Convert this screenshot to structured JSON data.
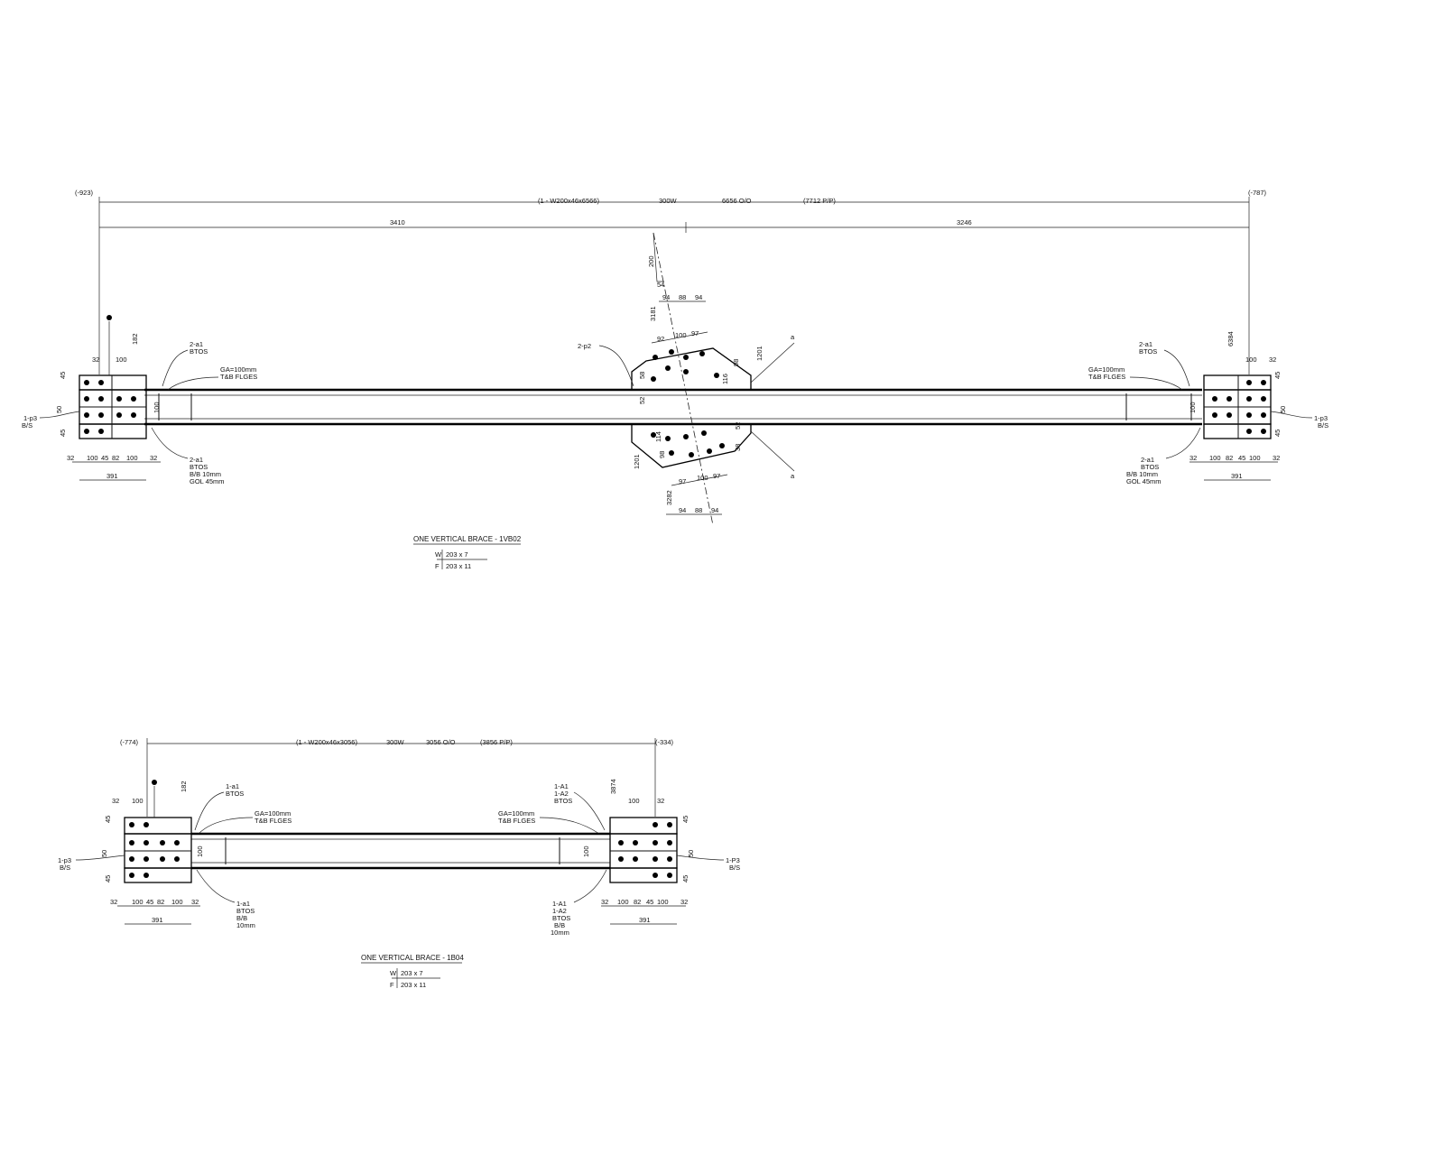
{
  "top": {
    "left_elev": "(-923)",
    "member": "(1 - W200x46x6566)",
    "grade": "300W",
    "oo": "6656 O/O",
    "pp": "(7712 P/P)",
    "right_elev": "(-787)",
    "dim_left": "3410",
    "dim_right": "3246",
    "left": {
      "d32": "32",
      "d100": "100",
      "d182": "182",
      "d45a": "45",
      "d45b": "45",
      "d50": "50",
      "d100v": "100",
      "gusset": "2-a1",
      "gusset_b": "BTOS",
      "ga": "GA=100mm",
      "ga_b": "T&B FLGES",
      "plate_l": "1-p3",
      "plate_l_b": "B/S",
      "bot_a": "2-a1",
      "bot_b": "BTOS",
      "bot_c": "B/B 10mm",
      "bot_d": "GOL 45mm",
      "bdims": [
        "32",
        "100",
        "45",
        "82",
        "100",
        "32"
      ],
      "total": "391"
    },
    "right": {
      "d100": "100",
      "d32": "32",
      "d6384": "6384",
      "d45a": "45",
      "d45b": "45",
      "d50": "50",
      "d100v": "100",
      "gusset": "2-a1",
      "gusset_b": "BTOS",
      "ga": "GA=100mm",
      "ga_b": "T&B FLGES",
      "plate_r": "1-p3",
      "plate_r_b": "B/S",
      "bot_a": "2-a1",
      "bot_b": "BTOS",
      "bot_c": "B/B 10mm",
      "bot_d": "GOL 45mm",
      "bdims": [
        "32",
        "100",
        "82",
        "45",
        "100",
        "32"
      ],
      "total": "391"
    },
    "center": {
      "d200": "200",
      "d54": "54",
      "d3181": "3181",
      "t94a": "94",
      "t88": "88",
      "t94b": "94",
      "t92": "92",
      "t100": "100",
      "t97": "97",
      "d1201": "1201",
      "d116": "116",
      "d98": "98",
      "d52a": "52",
      "d58": "58",
      "p2": "2-p2",
      "sec_a": "a",
      "sec_b": "a",
      "b114": "114",
      "b52": "52",
      "b38": "38",
      "b1201": "1201",
      "b98": "98",
      "b97a": "97",
      "b100": "100",
      "b97b": "97",
      "b3282": "3282",
      "b94a": "94",
      "b88": "88",
      "b94b": "94"
    },
    "title": "ONE VERTICAL BRACE - 1VB02",
    "w_label": "W",
    "w_val": "203 x 7",
    "f_label": "F",
    "f_val": "203 x 11"
  },
  "bottom": {
    "left_elev": "(-774)",
    "member": "(1 - W200x46x3056)",
    "grade": "300W",
    "oo": "3056 O/O",
    "pp": "(3856 P/P)",
    "right_elev": "(-334)",
    "left": {
      "d32": "32",
      "d100": "100",
      "d182": "182",
      "d45a": "45",
      "d45b": "45",
      "d50": "50",
      "d100v": "100",
      "gusset": "1-a1",
      "gusset_b": "BTOS",
      "ga": "GA=100mm",
      "ga_b": "T&B FLGES",
      "plate_l": "1-p3",
      "plate_l_b": "B/S",
      "bot_a": "1-a1",
      "bot_b": "BTOS",
      "bot_c": "B/B",
      "bot_d": "10mm",
      "bdims": [
        "32",
        "100",
        "45",
        "82",
        "100",
        "32"
      ],
      "total": "391"
    },
    "right": {
      "d100": "100",
      "d32": "32",
      "d3874": "3874",
      "d45a": "45",
      "d45b": "45",
      "d50": "50",
      "d100v": "100",
      "gusset_a": "1-A1",
      "gusset_b": "1-A2",
      "gusset_c": "BTOS",
      "ga": "GA=100mm",
      "ga_b": "T&B FLGES",
      "plate_r": "1-P3",
      "plate_r_b": "B/S",
      "bot_a": "1-A1",
      "bot_b": "1-A2",
      "bot_c": "BTOS",
      "bot_d": "B/B",
      "bot_e": "10mm",
      "bdims": [
        "32",
        "100",
        "82",
        "45",
        "100",
        "32"
      ],
      "total": "391"
    },
    "title": "ONE VERTICAL BRACE - 1B04",
    "w_label": "W",
    "w_val": "203 x 7",
    "f_label": "F",
    "f_val": "203 x 11"
  }
}
